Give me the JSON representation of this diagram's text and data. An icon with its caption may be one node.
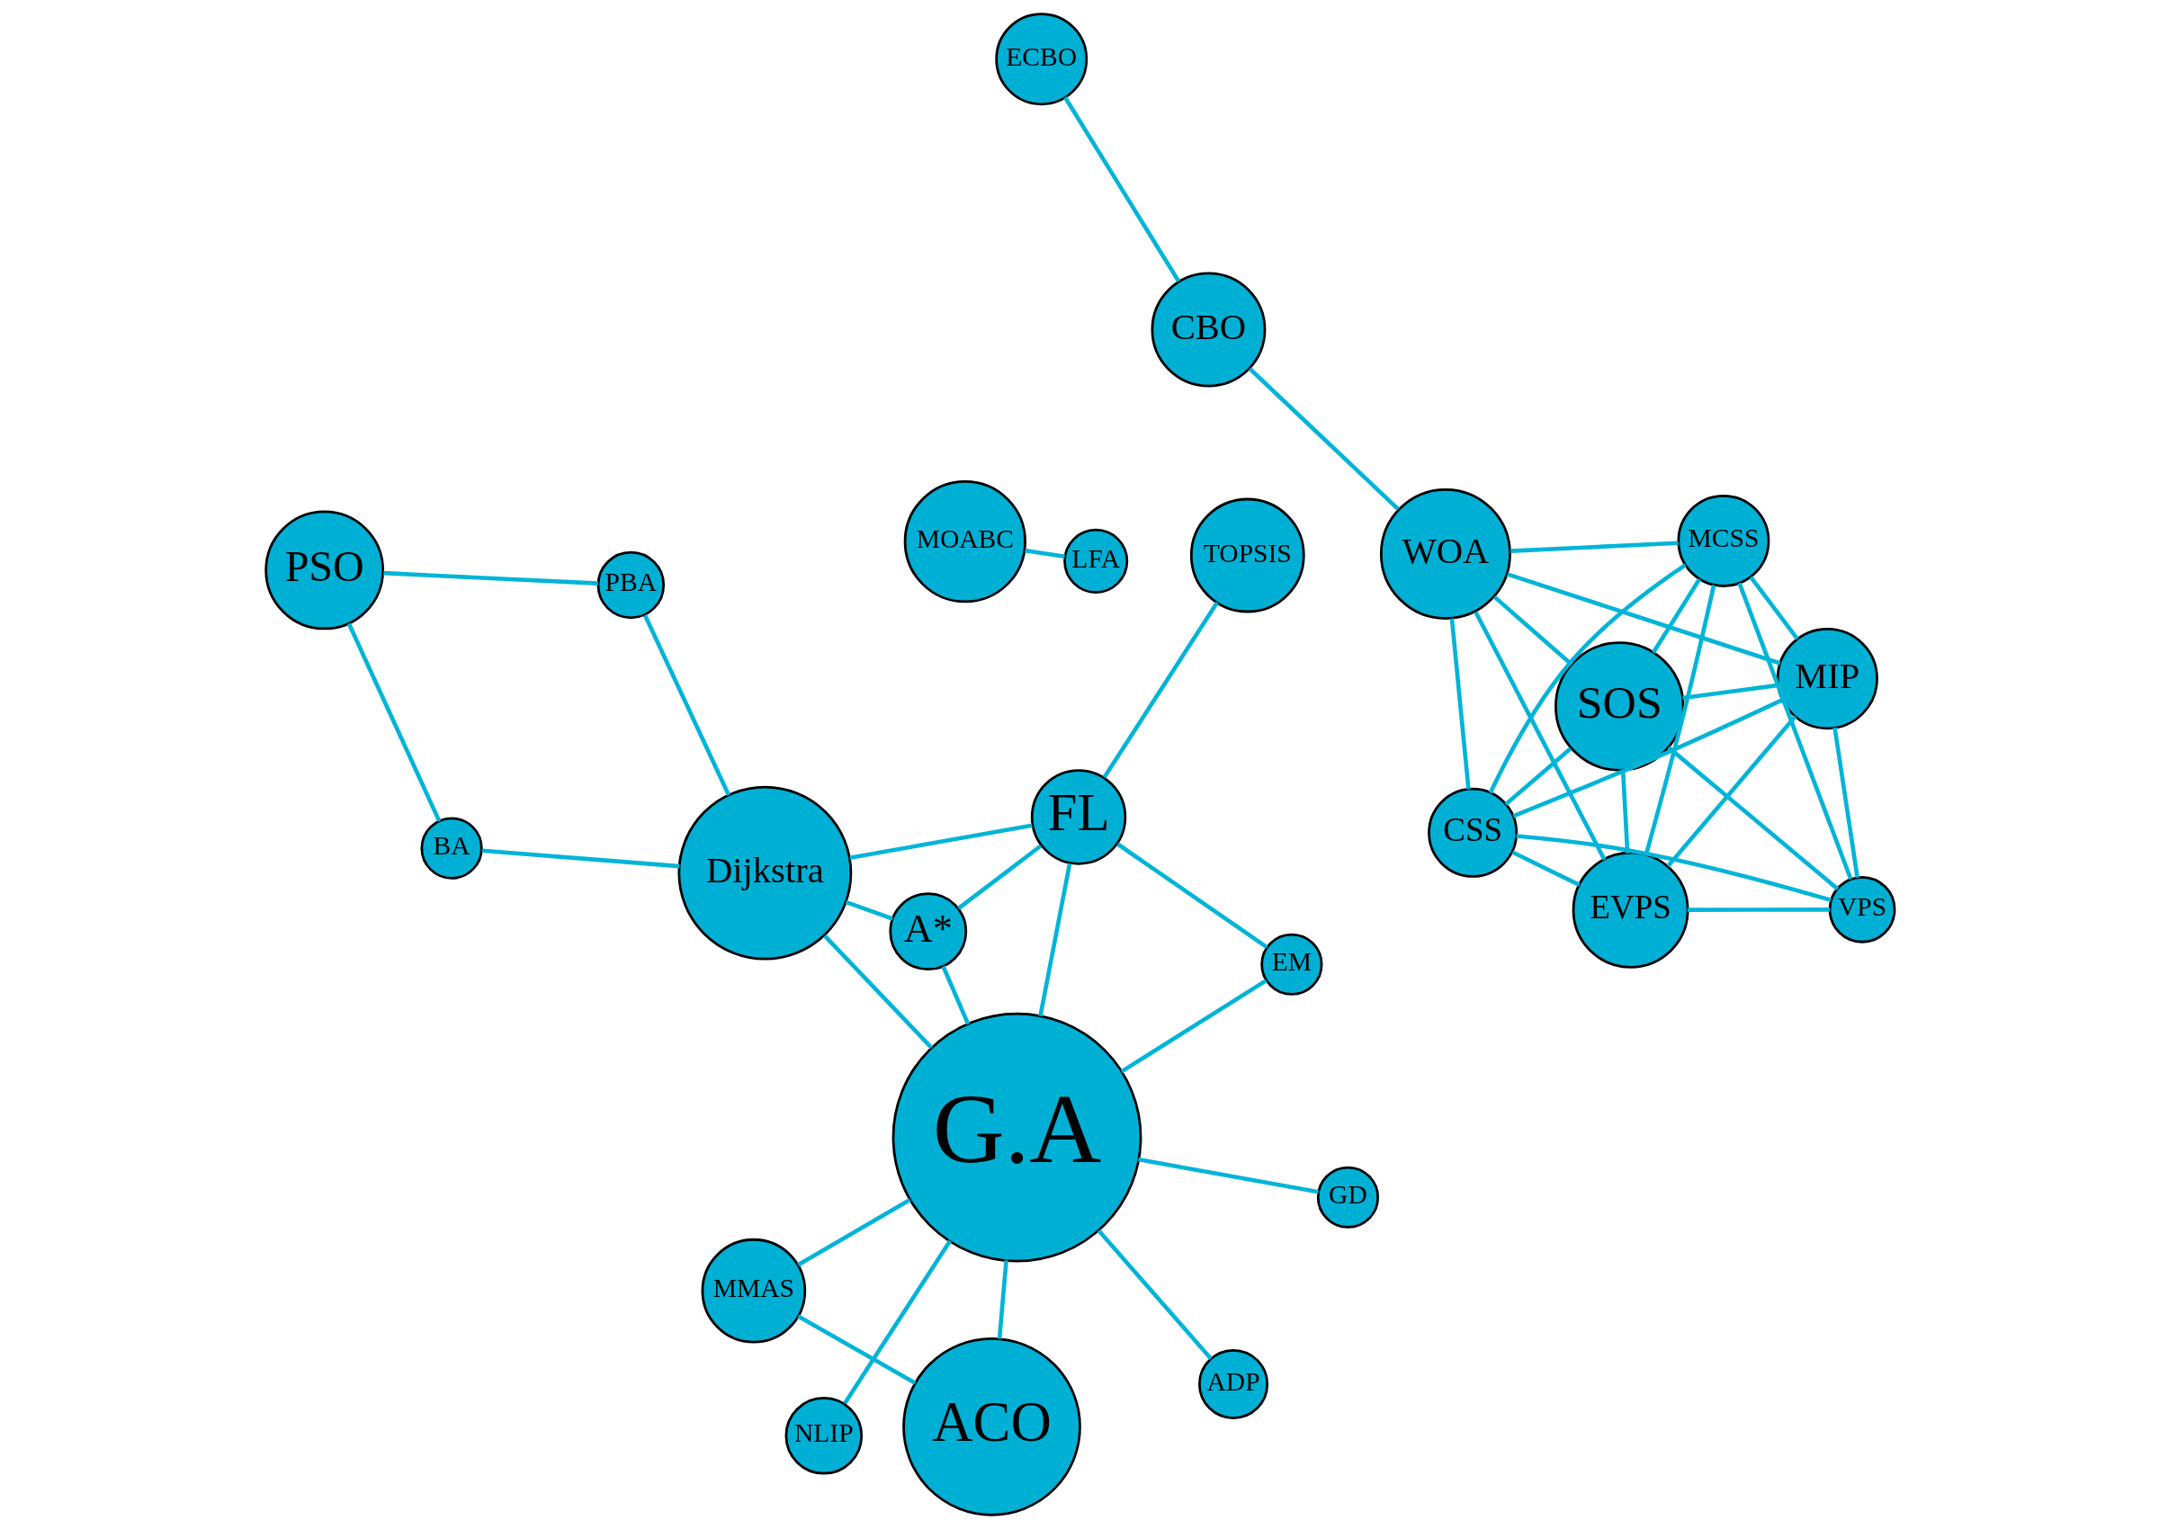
{
  "diagram": {
    "nodes": [
      {
        "text": [
          "PSO"
        ]
      },
      {
        "text": [
          "PBA"
        ]
      },
      {
        "text": [
          "CBO"
        ]
      },
      {
        "text": [
          "Dijkstra"
        ]
      },
      {
        "text": [
          "ECBO"
        ]
      },
      {
        "text": [
          "WOA"
        ]
      },
      {
        "text": [
          "BA"
        ]
      },
      {
        "text": [
          "TOPSIS"
        ]
      },
      {
        "text": [
          "MOABC"
        ]
      },
      {
        "text": [
          "LFA"
        ]
      },
      {
        "text": [
          "A*"
        ]
      },
      {
        "text": [
          "FL"
        ]
      },
      {
        "text": [
          "MCSS"
        ]
      },
      {
        "text": [
          "MIP"
        ]
      },
      {
        "text": [
          "G.A"
        ]
      },
      {
        "text": [
          "NLIP"
        ]
      },
      {
        "text": [
          "EM"
        ]
      },
      {
        "text": [
          "SOS"
        ]
      },
      {
        "text": [
          "CSS"
        ]
      },
      {
        "text": [
          "VPS"
        ]
      },
      {
        "text": [
          "ACO"
        ]
      },
      {
        "text": [
          "EVPS"
        ]
      },
      {
        "text": [
          "MMAS"
        ]
      },
      {
        "text": [
          "ADP"
        ]
      },
      {
        "text": [
          "GD"
        ]
      }
    ],
    "edges": [
      {
        "from": 0,
        "to": 6,
        "arrow": "none"
      },
      {
        "from": 0,
        "to": 1,
        "arrow": "none"
      },
      {
        "from": 1,
        "to": 3,
        "arrow": "none"
      },
      {
        "from": 3,
        "to": 6,
        "arrow": "none"
      },
      {
        "from": 3,
        "to": 10,
        "arrow": "none"
      },
      {
        "from": 3,
        "to": 11,
        "arrow": "none"
      },
      {
        "from": 3,
        "to": 14,
        "arrow": "none"
      },
      {
        "from": 2,
        "to": 4,
        "arrow": "none"
      },
      {
        "from": 2,
        "to": 5,
        "arrow": "none"
      },
      {
        "from": 8,
        "to": 9,
        "arrow": "none"
      },
      {
        "from": 10,
        "to": 11,
        "arrow": "none"
      },
      {
        "from": 10,
        "to": 14,
        "arrow": "none"
      },
      {
        "from": 11,
        "to": 7,
        "arrow": "none"
      },
      {
        "from": 11,
        "to": 14,
        "arrow": "none"
      },
      {
        "from": 11,
        "to": 16,
        "arrow": "none"
      },
      {
        "from": 14,
        "to": 15,
        "arrow": "none"
      },
      {
        "from": 14,
        "to": 16,
        "arrow": "none"
      },
      {
        "from": 14,
        "to": 20,
        "arrow": "none"
      },
      {
        "from": 14,
        "to": 22,
        "arrow": "none"
      },
      {
        "from": 14,
        "to": 23,
        "arrow": "none"
      },
      {
        "from": 14,
        "to": 24,
        "arrow": "none"
      },
      {
        "from": 20,
        "to": 22,
        "arrow": "none"
      },
      {
        "from": 5,
        "to": 13,
        "arrow": "none"
      },
      {
        "from": 5,
        "to": 17,
        "arrow": "none"
      },
      {
        "from": 5,
        "to": 21,
        "arrow": "none"
      },
      {
        "from": 5,
        "to": 18,
        "arrow": "none"
      },
      {
        "from": 5,
        "to": 12,
        "arrow": "none"
      },
      {
        "from": 12,
        "to": 13,
        "arrow": "none"
      },
      {
        "from": 12,
        "to": 17,
        "arrow": "none"
      },
      {
        "from": 12,
        "to": 18,
        "arrow": "none"
      },
      {
        "from": 12,
        "to": 21,
        "arrow": "none"
      },
      {
        "from": 12,
        "to": 19,
        "arrow": "none"
      },
      {
        "from": 13,
        "to": 17,
        "arrow": "none"
      },
      {
        "from": 13,
        "to": 21,
        "arrow": "none"
      },
      {
        "from": 13,
        "to": 18,
        "arrow": "none"
      },
      {
        "from": 13,
        "to": 19,
        "arrow": "none"
      },
      {
        "from": 17,
        "to": 18,
        "arrow": "none"
      },
      {
        "from": 17,
        "to": 19,
        "arrow": "none"
      },
      {
        "from": 17,
        "to": 21,
        "arrow": "none"
      },
      {
        "from": 18,
        "to": 19,
        "arrow": "none"
      },
      {
        "from": 18,
        "to": 21,
        "arrow": "none"
      },
      {
        "from": 19,
        "to": 21,
        "arrow": "none"
      }
    ]
  }
}
